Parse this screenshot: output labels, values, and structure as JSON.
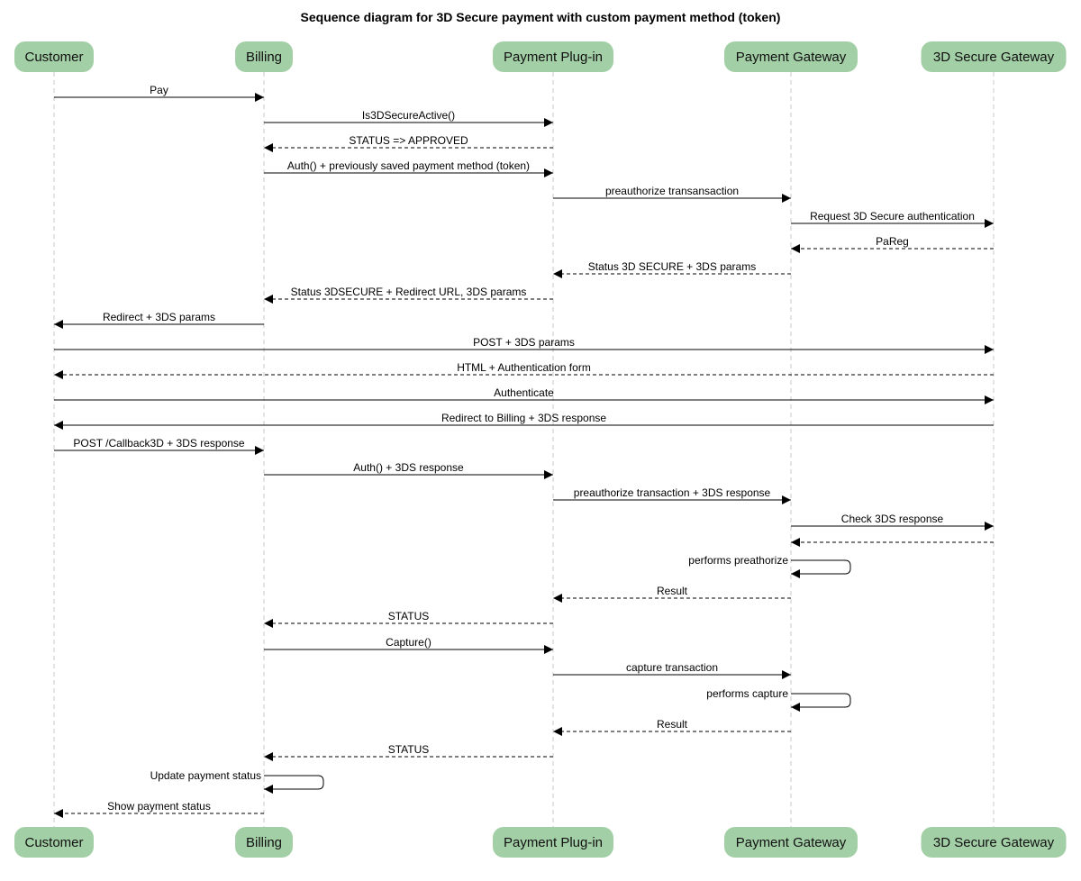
{
  "title": "Sequence diagram for 3D Secure payment with custom payment method (token)",
  "colors": {
    "actor_fill": "#a3cfa6",
    "lifeline": "#c8c8c8",
    "arrow": "#000000",
    "background": "#ffffff"
  },
  "participants": [
    {
      "id": "customer",
      "label": "Customer"
    },
    {
      "id": "billing",
      "label": "Billing"
    },
    {
      "id": "plugin",
      "label": "Payment Plug-in"
    },
    {
      "id": "gateway",
      "label": "Payment Gateway"
    },
    {
      "id": "secure",
      "label": "3D Secure Gateway"
    }
  ],
  "messages": [
    {
      "from": "customer",
      "to": "billing",
      "label": "Pay",
      "style": "solid"
    },
    {
      "from": "billing",
      "to": "plugin",
      "label": "Is3DSecureActive()",
      "style": "solid"
    },
    {
      "from": "plugin",
      "to": "billing",
      "label": "STATUS => APPROVED",
      "style": "dashed"
    },
    {
      "from": "billing",
      "to": "plugin",
      "label": "Auth() + previously saved payment method (token)",
      "style": "solid"
    },
    {
      "from": "plugin",
      "to": "gateway",
      "label": "preauthorize transansaction",
      "style": "solid"
    },
    {
      "from": "gateway",
      "to": "secure",
      "label": "Request 3D Secure authentication",
      "style": "solid"
    },
    {
      "from": "secure",
      "to": "gateway",
      "label": "PaReg",
      "style": "dashed"
    },
    {
      "from": "gateway",
      "to": "plugin",
      "label": "Status 3D SECURE + 3DS params",
      "style": "dashed"
    },
    {
      "from": "plugin",
      "to": "billing",
      "label": "Status 3DSECURE + Redirect URL, 3DS params",
      "style": "dashed"
    },
    {
      "from": "billing",
      "to": "customer",
      "label": "Redirect + 3DS params",
      "style": "solid"
    },
    {
      "from": "customer",
      "to": "secure",
      "label": "POST + 3DS params",
      "style": "solid"
    },
    {
      "from": "secure",
      "to": "customer",
      "label": "HTML + Authentication form",
      "style": "dashed"
    },
    {
      "from": "customer",
      "to": "secure",
      "label": "Authenticate",
      "style": "solid"
    },
    {
      "from": "secure",
      "to": "customer",
      "label": "Redirect to Billing + 3DS response",
      "style": "solid"
    },
    {
      "from": "customer",
      "to": "billing",
      "label": "POST /Callback3D + 3DS response",
      "style": "solid"
    },
    {
      "from": "billing",
      "to": "plugin",
      "label": "Auth() + 3DS response",
      "style": "solid"
    },
    {
      "from": "plugin",
      "to": "gateway",
      "label": "preauthorize transaction + 3DS response",
      "style": "solid"
    },
    {
      "from": "gateway",
      "to": "secure",
      "label": "Check 3DS response",
      "style": "solid"
    },
    {
      "from": "secure",
      "to": "gateway",
      "label": "",
      "style": "dashed"
    },
    {
      "from": "gateway",
      "to": "gateway",
      "label": "performs preathorize",
      "style": "self"
    },
    {
      "from": "gateway",
      "to": "plugin",
      "label": "Result",
      "style": "dashed"
    },
    {
      "from": "plugin",
      "to": "billing",
      "label": "STATUS",
      "style": "dashed"
    },
    {
      "from": "billing",
      "to": "plugin",
      "label": "Capture()",
      "style": "solid"
    },
    {
      "from": "plugin",
      "to": "gateway",
      "label": "capture transaction",
      "style": "solid"
    },
    {
      "from": "gateway",
      "to": "gateway",
      "label": "performs capture",
      "style": "self"
    },
    {
      "from": "gateway",
      "to": "plugin",
      "label": "Result",
      "style": "dashed"
    },
    {
      "from": "plugin",
      "to": "billing",
      "label": "STATUS",
      "style": "dashed"
    },
    {
      "from": "billing",
      "to": "billing",
      "label": "Update payment status",
      "style": "self"
    },
    {
      "from": "billing",
      "to": "customer",
      "label": "Show payment status",
      "style": "dashed"
    }
  ]
}
